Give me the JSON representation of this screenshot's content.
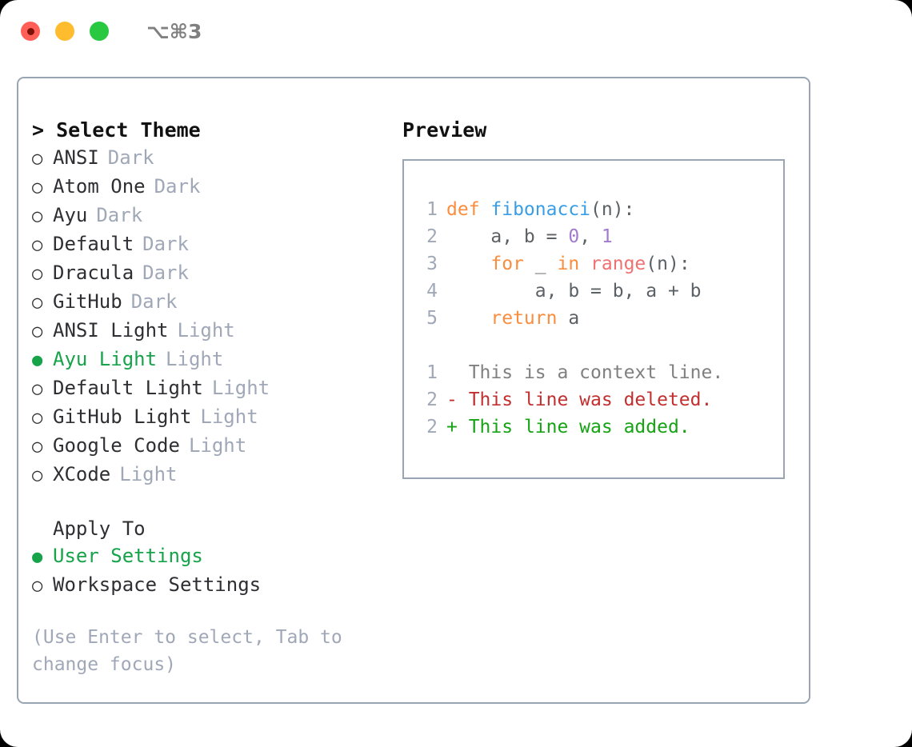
{
  "titlebar": {
    "shortcut": "⌥⌘3",
    "buttons": [
      {
        "name": "close",
        "color": "#ff5f57"
      },
      {
        "name": "minimize",
        "color": "#febc2e"
      },
      {
        "name": "maximize",
        "color": "#28c840"
      }
    ]
  },
  "left": {
    "header": "> Select Theme",
    "themes": [
      {
        "bullet": "○",
        "label": "ANSI",
        "variant": "Dark",
        "selected": false
      },
      {
        "bullet": "○",
        "label": "Atom One",
        "variant": "Dark",
        "selected": false
      },
      {
        "bullet": "○",
        "label": "Ayu",
        "variant": "Dark",
        "selected": false
      },
      {
        "bullet": "○",
        "label": "Default",
        "variant": "Dark",
        "selected": false
      },
      {
        "bullet": "○",
        "label": "Dracula",
        "variant": "Dark",
        "selected": false
      },
      {
        "bullet": "○",
        "label": "GitHub",
        "variant": "Dark",
        "selected": false
      },
      {
        "bullet": "○",
        "label": "ANSI Light",
        "variant": "Light",
        "selected": false
      },
      {
        "bullet": "●",
        "label": "Ayu Light",
        "variant": "Light",
        "selected": true
      },
      {
        "bullet": "○",
        "label": "Default Light",
        "variant": "Light",
        "selected": false
      },
      {
        "bullet": "○",
        "label": "GitHub Light",
        "variant": "Light",
        "selected": false
      },
      {
        "bullet": "○",
        "label": "Google Code",
        "variant": "Light",
        "selected": false
      },
      {
        "bullet": "○",
        "label": "XCode",
        "variant": "Light",
        "selected": false
      }
    ],
    "apply_to_heading": "Apply To",
    "apply_to": [
      {
        "bullet": "●",
        "label": "User Settings",
        "selected": true
      },
      {
        "bullet": "○",
        "label": "Workspace Settings",
        "selected": false
      }
    ],
    "hint": "(Use Enter to select, Tab to change focus)"
  },
  "preview": {
    "title": "Preview",
    "code": [
      {
        "ln": "1",
        "parts": [
          {
            "text": "def ",
            "type": "kw"
          },
          {
            "text": "fibonacci",
            "type": "fn"
          },
          {
            "text": "(n):",
            "type": "plain"
          }
        ]
      },
      {
        "ln": "2",
        "parts": [
          {
            "text": "    a, b = ",
            "type": "plain"
          },
          {
            "text": "0",
            "type": "num"
          },
          {
            "text": ", ",
            "type": "plain"
          },
          {
            "text": "1",
            "type": "num"
          }
        ]
      },
      {
        "ln": "3",
        "parts": [
          {
            "text": "    ",
            "type": "plain"
          },
          {
            "text": "for",
            "type": "kw"
          },
          {
            "text": " _ ",
            "type": "plain"
          },
          {
            "text": "in",
            "type": "kw"
          },
          {
            "text": " ",
            "type": "plain"
          },
          {
            "text": "range",
            "type": "call"
          },
          {
            "text": "(n):",
            "type": "plain"
          }
        ]
      },
      {
        "ln": "4",
        "parts": [
          {
            "text": "        a, b = b, a + b",
            "type": "plain"
          }
        ]
      },
      {
        "ln": "5",
        "parts": [
          {
            "text": "    ",
            "type": "plain"
          },
          {
            "text": "return",
            "type": "kw"
          },
          {
            "text": " a",
            "type": "plain"
          }
        ]
      }
    ],
    "diff": [
      {
        "ln": "1",
        "marker": " ",
        "text": "This is a context line.",
        "kind": "context"
      },
      {
        "ln": "2",
        "marker": "-",
        "text": "This line was deleted.",
        "kind": "deleted"
      },
      {
        "ln": "2",
        "marker": "+",
        "text": "This line was added.",
        "kind": "added"
      }
    ]
  },
  "colors": {
    "accent_green": "#16a34a",
    "keyword_orange": "#fa8d3e",
    "function_blue": "#399ee6",
    "number_purple": "#a37acc",
    "call_red": "#f07171",
    "muted": "#a0a8b8",
    "border": "#9aa5b4",
    "diff_deleted": "#c22f2f",
    "diff_added": "#16a314"
  }
}
